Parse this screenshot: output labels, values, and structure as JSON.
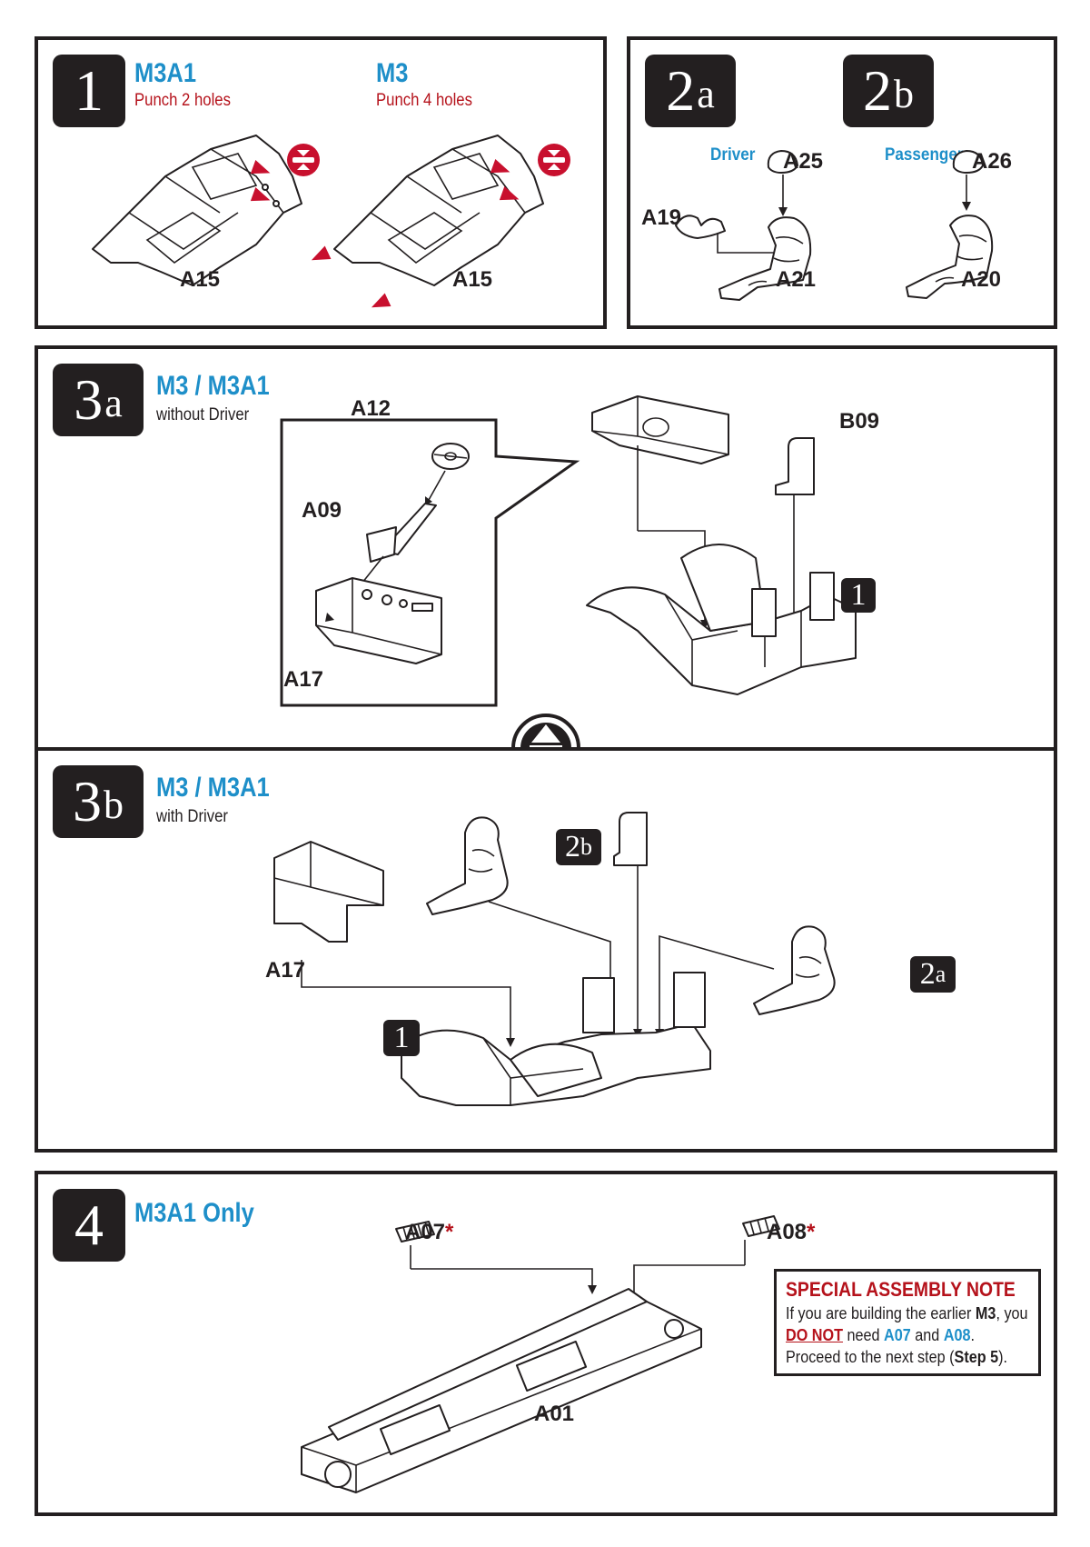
{
  "step1": {
    "number": "1",
    "left": {
      "model": "M3A1",
      "instruction": "Punch 2 holes",
      "part": "A15"
    },
    "right": {
      "model": "M3",
      "instruction": "Punch 4 holes",
      "part": "A15"
    }
  },
  "step2": {
    "a_number": "2",
    "a_sub": "a",
    "b_number": "2",
    "b_sub": "b",
    "driver_label": "Driver",
    "passenger_label": "Passenger",
    "parts": {
      "a25": "A25",
      "a19": "A19",
      "a21": "A21",
      "a26": "A26",
      "a20": "A20"
    }
  },
  "step3a": {
    "number": "3",
    "sub": "a",
    "models": "M3 / M3A1",
    "caption": "without Driver",
    "parts": {
      "a12": "A12",
      "a09": "A09",
      "a17": "A17",
      "b09": "B09"
    },
    "ref_tag": "1"
  },
  "step3b": {
    "number": "3",
    "sub": "b",
    "models": "M3 / M3A1",
    "caption": "with Driver",
    "parts": {
      "a17": "A17"
    },
    "tags": {
      "t2b_num": "2",
      "t2b_sub": "b",
      "t2a_num": "2",
      "t2a_sub": "a",
      "t1": "1"
    }
  },
  "step4": {
    "number": "4",
    "models": "M3A1 Only",
    "parts": {
      "a07": "A07",
      "a08": "A08",
      "a01": "A01"
    },
    "asterisk": "*",
    "note": {
      "heading": "SPECIAL ASSEMBLY NOTE",
      "t1": "If you are building the earlier ",
      "m3": "M3",
      "t2": ", you ",
      "do_not": "DO NOT",
      "t3": " need ",
      "a07": "A07",
      "t4": " and ",
      "a08": "A08",
      "t5": ".  Proceed to the next step (",
      "step5": "Step 5",
      "t6": ")."
    }
  },
  "colors": {
    "accent_blue": "#1e8fc9",
    "accent_red": "#b5121b",
    "ink": "#231f20"
  },
  "icons": {
    "punch": "punch-hole-icon",
    "alternative": "up-down-alternative-icon"
  }
}
